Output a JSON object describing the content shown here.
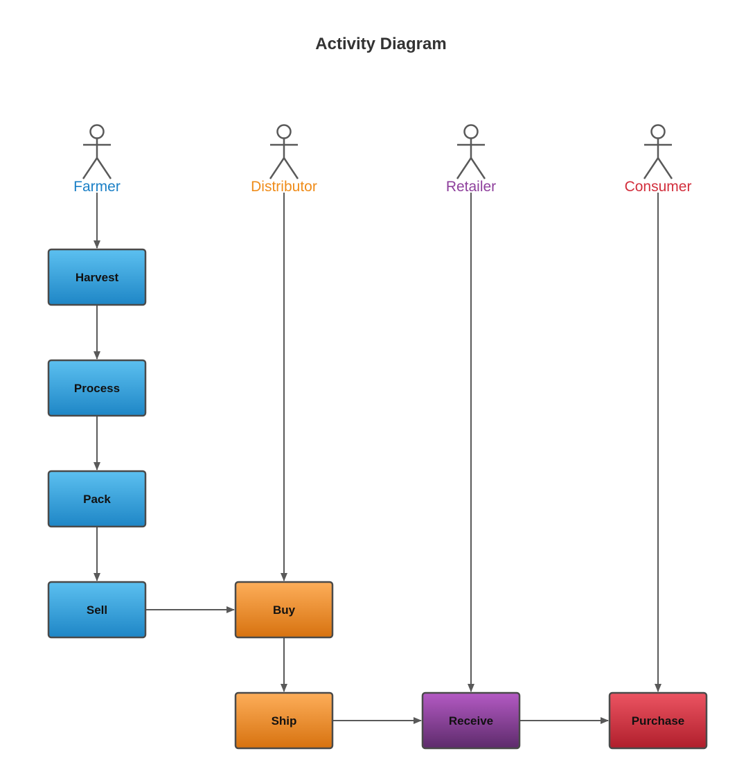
{
  "title": "Activity Diagram",
  "actors": [
    {
      "id": "farmer",
      "label": "Farmer",
      "color": "#1a7fc6"
    },
    {
      "id": "distributor",
      "label": "Distributor",
      "color": "#ef8c1a"
    },
    {
      "id": "retailer",
      "label": "Retailer",
      "color": "#8e3f9c"
    },
    {
      "id": "consumer",
      "label": "Consumer",
      "color": "#d22e3c"
    }
  ],
  "activities": [
    {
      "id": "harvest",
      "label": "Harvest",
      "actor": "farmer"
    },
    {
      "id": "process",
      "label": "Process",
      "actor": "farmer"
    },
    {
      "id": "pack",
      "label": "Pack",
      "actor": "farmer"
    },
    {
      "id": "sell",
      "label": "Sell",
      "actor": "farmer"
    },
    {
      "id": "buy",
      "label": "Buy",
      "actor": "distributor"
    },
    {
      "id": "ship",
      "label": "Ship",
      "actor": "distributor"
    },
    {
      "id": "receive",
      "label": "Receive",
      "actor": "retailer"
    },
    {
      "id": "purchase",
      "label": "Purchase",
      "actor": "consumer"
    }
  ],
  "flows": [
    {
      "from": "farmer",
      "to": "harvest"
    },
    {
      "from": "harvest",
      "to": "process"
    },
    {
      "from": "process",
      "to": "pack"
    },
    {
      "from": "pack",
      "to": "sell"
    },
    {
      "from": "sell",
      "to": "buy"
    },
    {
      "from": "distributor",
      "to": "buy"
    },
    {
      "from": "buy",
      "to": "ship"
    },
    {
      "from": "ship",
      "to": "receive"
    },
    {
      "from": "retailer",
      "to": "receive"
    },
    {
      "from": "receive",
      "to": "purchase"
    },
    {
      "from": "consumer",
      "to": "purchase"
    }
  ],
  "colors": {
    "line": "#595959",
    "actor_stroke": "#595959",
    "farmer_fill": [
      "#5cc0f0",
      "#1e86c6"
    ],
    "distributor_fill": [
      "#fdae5a",
      "#d7720f"
    ],
    "retailer_fill": [
      "#b45ac4",
      "#5d2b6b"
    ],
    "consumer_fill": [
      "#ec5462",
      "#b01f2c"
    ],
    "node_border": "#4a4a4a"
  }
}
